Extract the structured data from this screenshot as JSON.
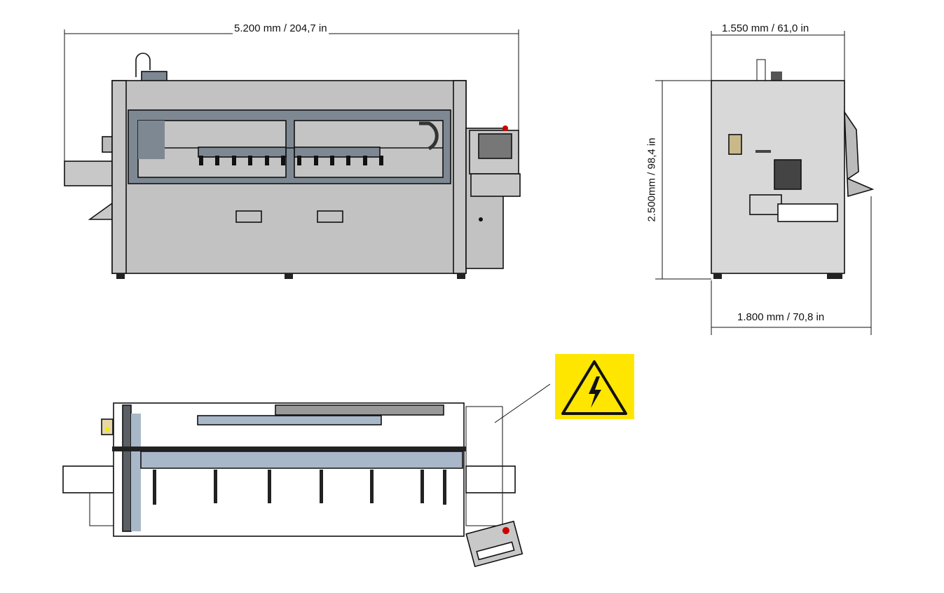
{
  "dimensions": {
    "front_width": "5.200 mm / 204,7 in",
    "side_width": "1.550 mm / 61,0 in",
    "side_height": "2.500mm / 98,4 in",
    "side_depth": "1.800 mm / 70,8 in"
  },
  "colors": {
    "frame": "#c2c2c2",
    "window": "#7d8893",
    "top_rail": "#a9b8c8",
    "warning": "#ffe600"
  },
  "icons": {
    "warning": "high-voltage-warning-icon"
  }
}
